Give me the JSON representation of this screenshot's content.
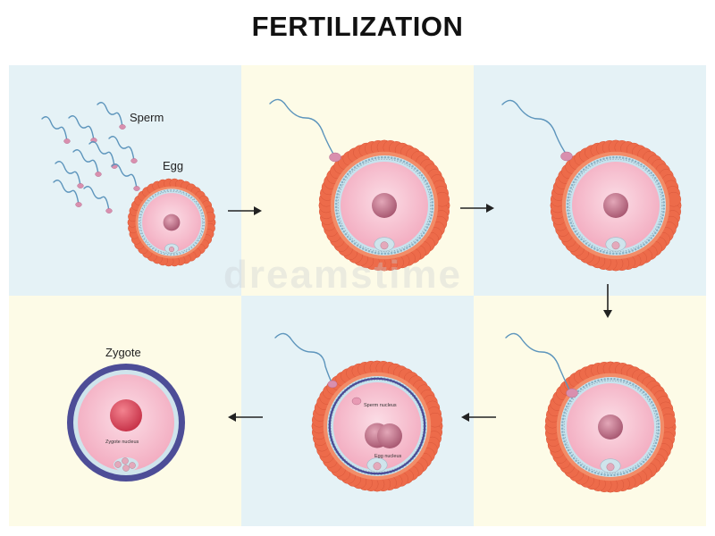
{
  "title": "FERTILIZATION",
  "watermark": "dreamstime",
  "labels": {
    "sperm": "Sperm",
    "egg": "Egg",
    "zygote": "Zygote",
    "sperm_nucleus": "Sperm nucleus",
    "egg_nucleus": "Egg nucleus",
    "zygote_nucleus": "Zygote nucleus"
  },
  "colors": {
    "panel_blue": "#e5f2f6",
    "panel_yellow": "#fdfbe7",
    "corona_outer": "#ed6b4a",
    "corona_inner": "#f28c68",
    "zona": "#c7e3ee",
    "cytoplasm": "#f5b8c9",
    "nucleus": "#c4758c",
    "zygote_ring": "#4a4a96",
    "sperm": "#d98fae",
    "tail": "#5d95bc",
    "arrow": "#222222"
  }
}
